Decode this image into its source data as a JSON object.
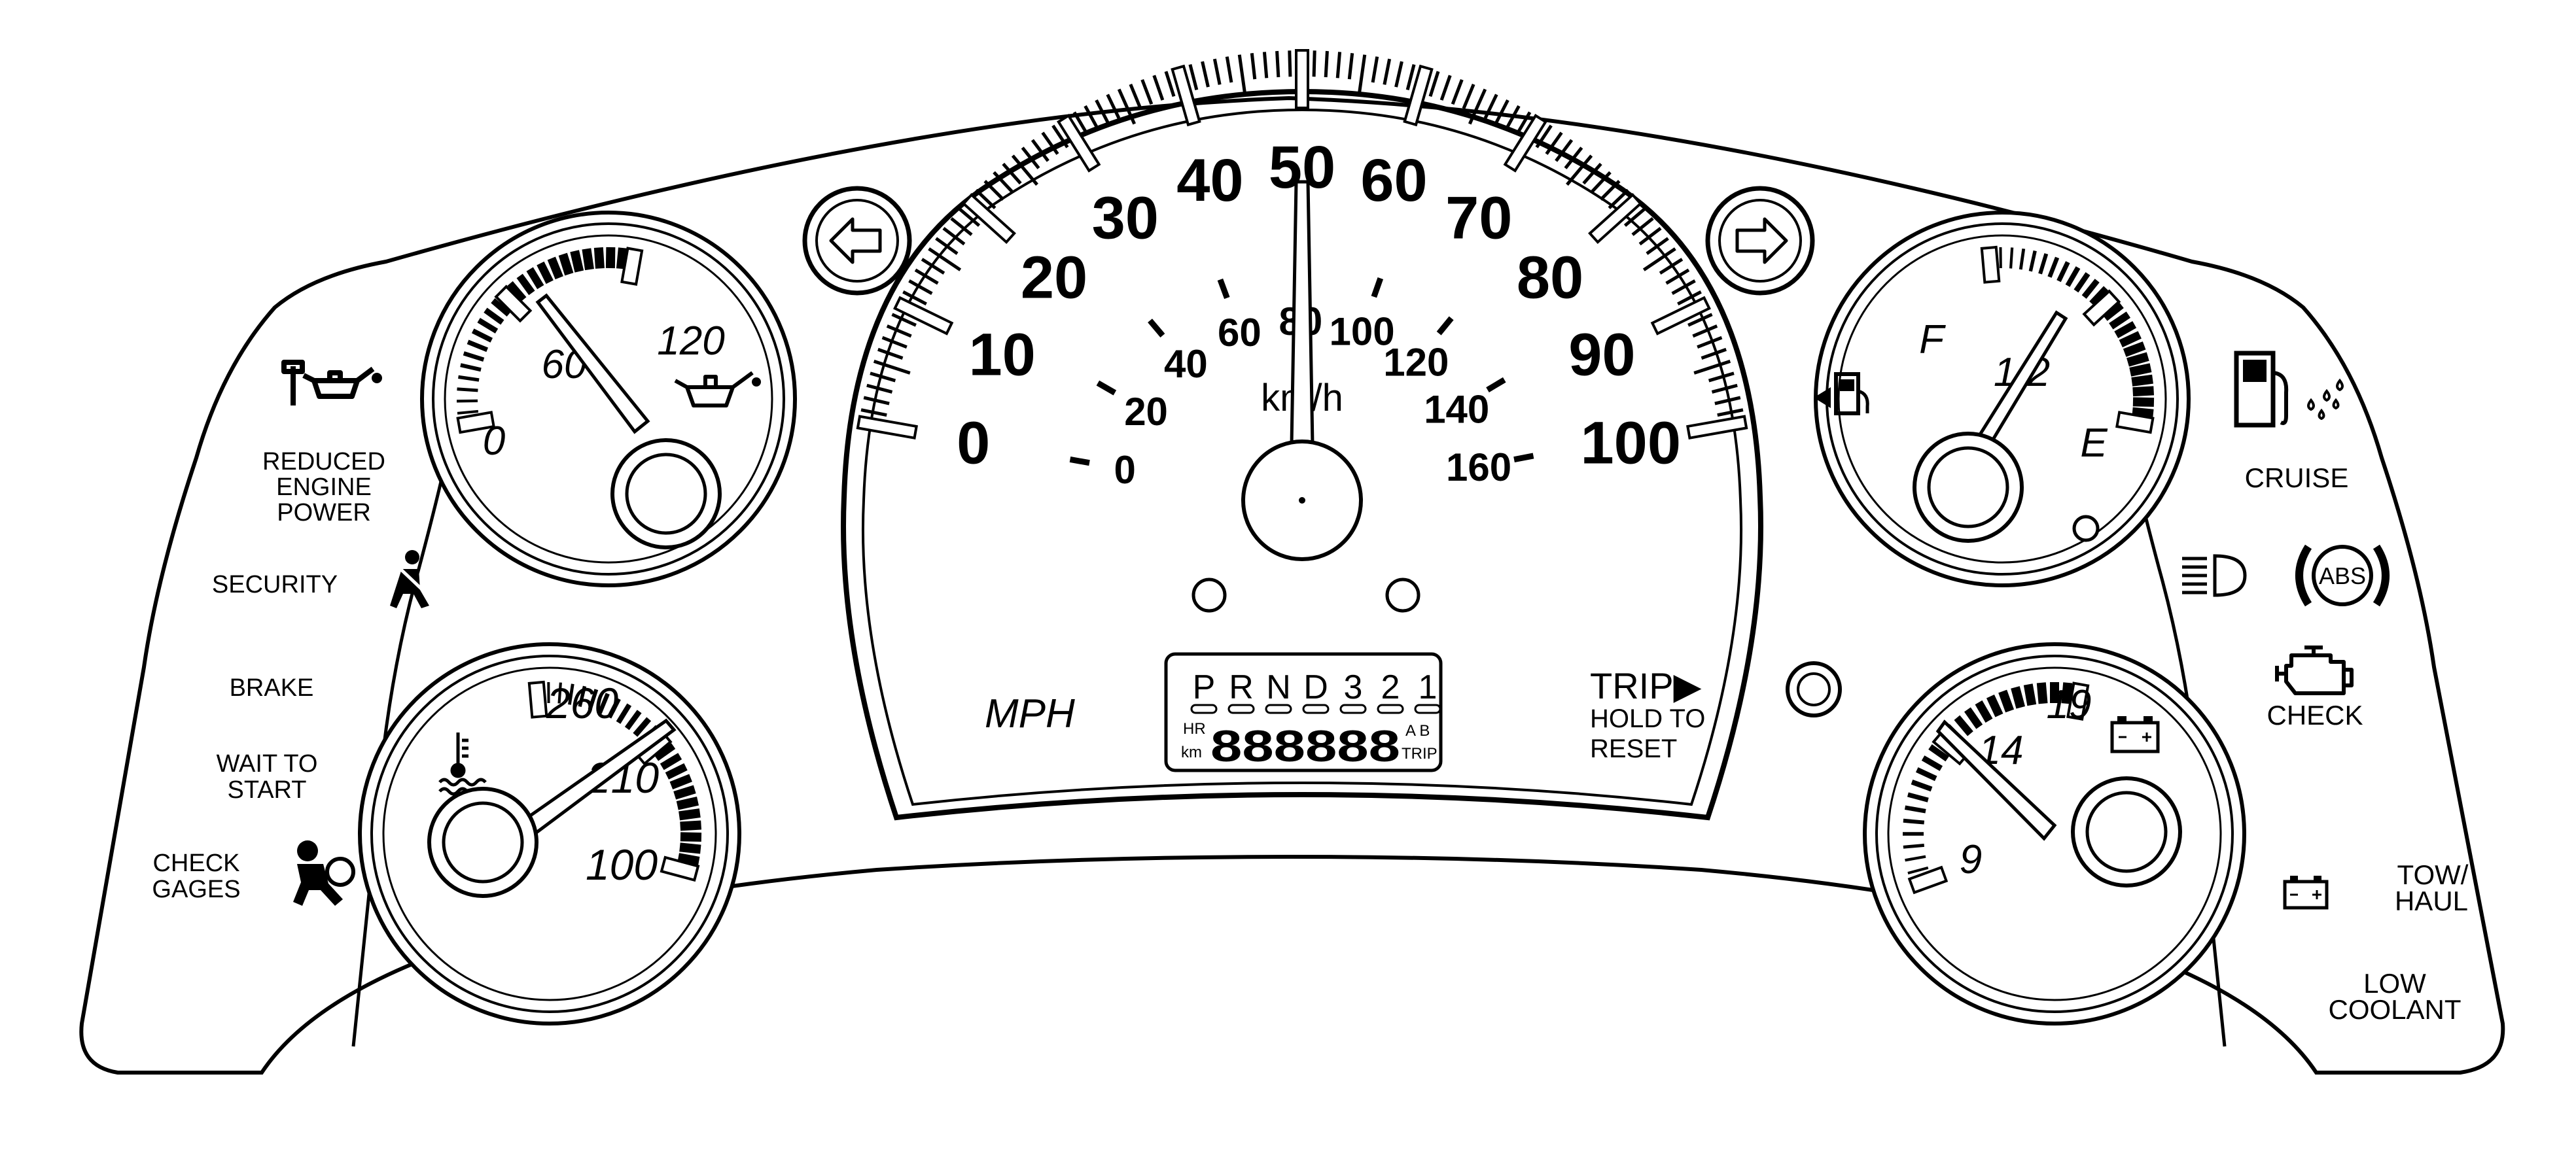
{
  "speedometer": {
    "mph_labels": [
      "0",
      "10",
      "20",
      "30",
      "40",
      "50",
      "60",
      "70",
      "80",
      "90",
      "100"
    ],
    "kmh_labels": [
      "0",
      "20",
      "40",
      "60",
      "80",
      "100",
      "120",
      "140",
      "160"
    ],
    "unit_mph": "MPH",
    "unit_kmh": "km/h",
    "needle_value_mph": 50
  },
  "prndl": {
    "gears": [
      "P",
      "R",
      "N",
      "D",
      "3",
      "2",
      "1"
    ],
    "hr_label": "HR",
    "km_label": "km",
    "digits": "888888",
    "ab_label": "A B",
    "trip_small": "TRIP"
  },
  "trip": {
    "label": "TRIP▶",
    "hold": "HOLD TO",
    "reset": "RESET"
  },
  "oil_gauge": {
    "labels": [
      "0",
      "60",
      "120"
    ],
    "needle_value": 60
  },
  "coolant_gauge": {
    "labels": [
      "100",
      "210",
      "260"
    ],
    "needle_value": 210
  },
  "fuel_gauge": {
    "labels": [
      "E",
      "1/2",
      "F"
    ],
    "needle_value": 0.5
  },
  "volt_gauge": {
    "labels": [
      "9",
      "14",
      "19"
    ],
    "needle_value": 14
  },
  "left_indicators": {
    "reduced_engine_power": [
      "REDUCED",
      "ENGINE",
      "POWER"
    ],
    "security": "SECURITY",
    "brake": "BRAKE",
    "wait_to_start": [
      "WAIT TO",
      "START"
    ],
    "check_gages": [
      "CHECK",
      "GAGES"
    ]
  },
  "right_indicators": {
    "cruise": "CRUISE",
    "abs": "ABS",
    "check": "CHECK",
    "tow_haul": [
      "TOW/",
      "HAUL"
    ],
    "low_coolant": [
      "LOW",
      "COOLANT"
    ]
  },
  "icons": [
    "turn-left-arrow-icon",
    "turn-right-arrow-icon",
    "oil-can-icon",
    "wrench-oil-icon",
    "seatbelt-icon",
    "airbag-icon",
    "thermometer-icon",
    "fuel-pump-icon",
    "water-in-fuel-icon",
    "battery-icon",
    "headlamp-icon",
    "abs-icon",
    "engine-icon"
  ]
}
